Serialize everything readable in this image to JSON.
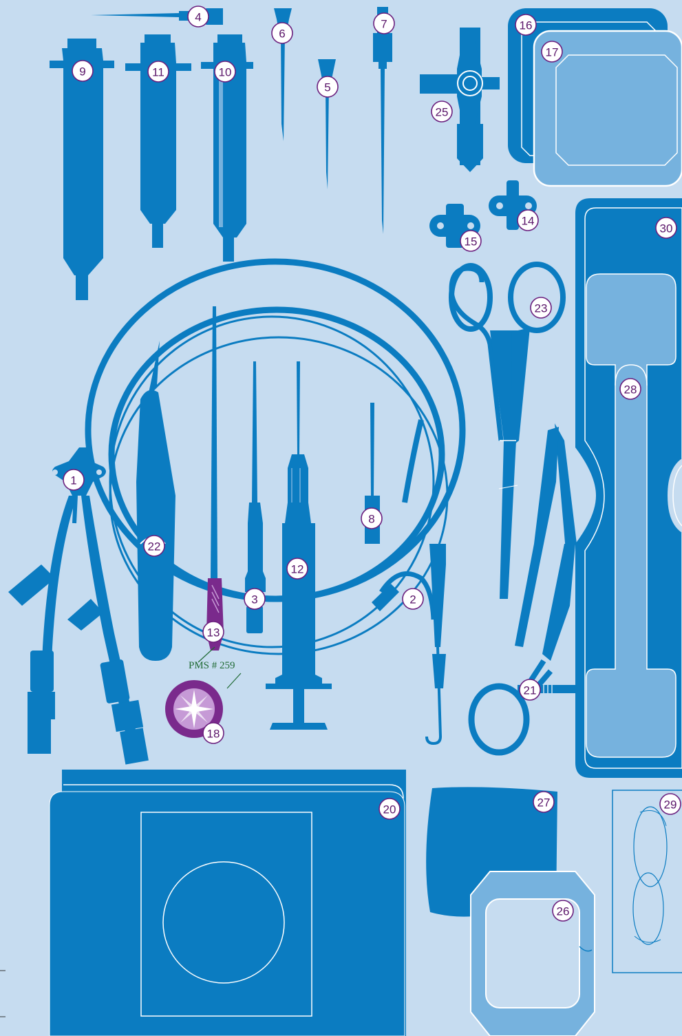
{
  "colors": {
    "background": "#c6dcf0",
    "instrument": "#0b7cc1",
    "instrument_light": "#76b2de",
    "outline": "#ffffff",
    "accent_purple": "#7a2a8c",
    "callout_text": "#5a1569",
    "pms_green": "#1f6a34"
  },
  "items": [
    {
      "number": "1",
      "icon": "catheter-hub-icon"
    },
    {
      "number": "2",
      "icon": "guidewire-advancer-icon"
    },
    {
      "number": "3",
      "icon": "dilator-icon"
    },
    {
      "number": "4",
      "icon": "small-needle-icon"
    },
    {
      "number": "5",
      "icon": "needle-icon"
    },
    {
      "number": "6",
      "icon": "needle-icon"
    },
    {
      "number": "7",
      "icon": "introducer-needle-icon"
    },
    {
      "number": "8",
      "icon": "needle-icon"
    },
    {
      "number": "9",
      "icon": "syringe-icon"
    },
    {
      "number": "10",
      "icon": "syringe-icon"
    },
    {
      "number": "11",
      "icon": "syringe-icon"
    },
    {
      "number": "12",
      "icon": "syringe-icon"
    },
    {
      "number": "13",
      "icon": "scalpel-handle-icon"
    },
    {
      "number": "14",
      "icon": "suture-clip-icon"
    },
    {
      "number": "15",
      "icon": "suture-clip-icon"
    },
    {
      "number": "16",
      "icon": "dressing-icon"
    },
    {
      "number": "17",
      "icon": "dressing-icon"
    },
    {
      "number": "18",
      "icon": "cap-icon"
    },
    {
      "number": "20",
      "icon": "drape-icon"
    },
    {
      "number": "21",
      "icon": "needle-driver-icon"
    },
    {
      "number": "22",
      "icon": "scalpel-icon"
    },
    {
      "number": "23",
      "icon": "scissors-icon"
    },
    {
      "number": "25",
      "icon": "stopcock-icon"
    },
    {
      "number": "26",
      "icon": "transparent-dressing-icon"
    },
    {
      "number": "27",
      "icon": "gauze-icon"
    },
    {
      "number": "28",
      "icon": "tray-insert-icon"
    },
    {
      "number": "29",
      "icon": "suture-pack-icon"
    },
    {
      "number": "30",
      "icon": "tray-icon"
    }
  ],
  "pms_label": "PMS # 259"
}
